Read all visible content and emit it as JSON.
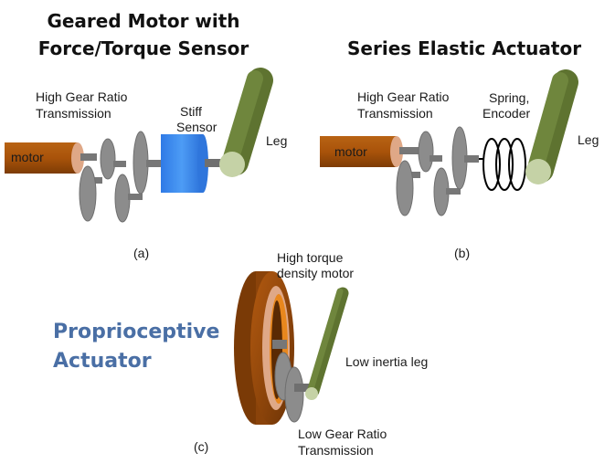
{
  "panel_a": {
    "title_line1": "Geared Motor with",
    "title_line2": "Force/Torque Sensor",
    "transmission_line1": "High Gear Ratio",
    "transmission_line2": "Transmission",
    "sensor_line1": "Stiff",
    "sensor_line2": "Sensor",
    "motor": "motor",
    "leg": "Leg",
    "caption": "(a)"
  },
  "panel_b": {
    "title": "Series Elastic Actuator",
    "transmission_line1": "High Gear Ratio",
    "transmission_line2": "Transmission",
    "spring_line1": "Spring,",
    "spring_line2": "Encoder",
    "motor": "motor",
    "leg": "Leg",
    "caption": "(b)"
  },
  "panel_c": {
    "title_line1": "Proprioceptive",
    "title_line2": "Actuator",
    "motor_line1": "High torque",
    "motor_line2": "density motor",
    "leg": "Low inertia leg",
    "transmission_line1": "Low Gear Ratio",
    "transmission_line2": "Transmission",
    "caption": "(c)"
  },
  "colors": {
    "motor_brown": "#b4590a",
    "motor_cap": "#dfa887",
    "gear_gray": "#8c8c8c",
    "sensor_blue": "#3f8ef0",
    "leg_green": "#6b7f3a",
    "leg_knob": "#c5d2a6",
    "spring_black": "#000000",
    "proprioceptive_blue": "#4a6fa5"
  }
}
